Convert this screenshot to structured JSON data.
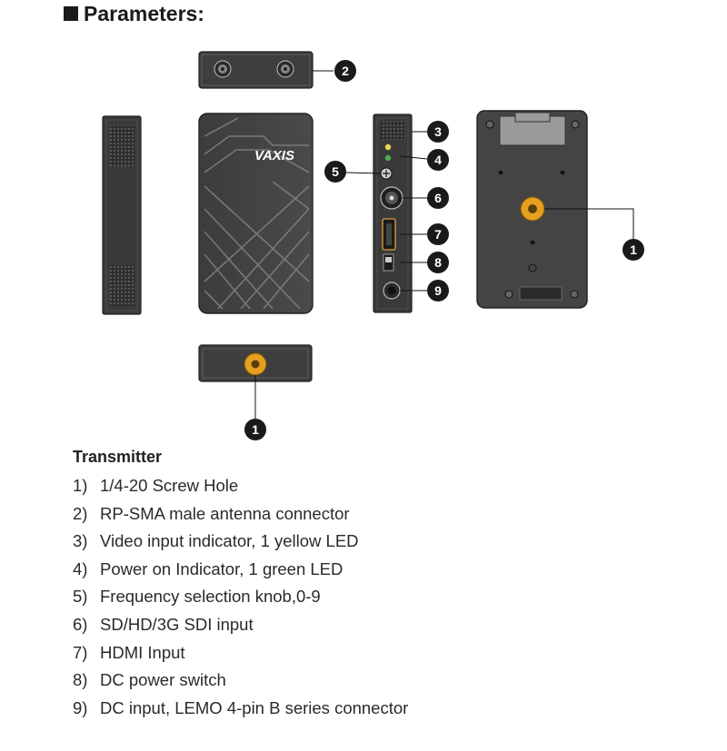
{
  "heading": {
    "title": "Parameters:"
  },
  "device": {
    "brand_logo": "VAXIS",
    "brand_logo_icon": "vaxis-logo"
  },
  "callouts": [
    "1",
    "2",
    "3",
    "4",
    "5",
    "6",
    "7",
    "8",
    "9",
    "1"
  ],
  "legend": {
    "title": "Transmitter",
    "items": [
      {
        "num": "1)",
        "text": "1/4-20 Screw Hole"
      },
      {
        "num": "2)",
        "text": "RP-SMA male antenna connector"
      },
      {
        "num": "3)",
        "text": "Video input indicator, 1 yellow LED"
      },
      {
        "num": "4)",
        "text": "Power on Indicator, 1 green LED"
      },
      {
        "num": "5)",
        "text": "Frequency selection knob,0-9"
      },
      {
        "num": "6)",
        "text": "SD/HD/3G SDI input"
      },
      {
        "num": "7)",
        "text": "HDMI Input"
      },
      {
        "num": "8)",
        "text": "DC power switch"
      },
      {
        "num": "9)",
        "text": "DC input, LEMO 4-pin B series connector"
      }
    ]
  },
  "colors": {
    "body_dark": "#3a3a3a",
    "body_mid": "#555555",
    "screw_hole": "#e6a020",
    "led_yellow": "#e8d84a",
    "led_green": "#4caf50",
    "callout": "#1a1a1a"
  }
}
